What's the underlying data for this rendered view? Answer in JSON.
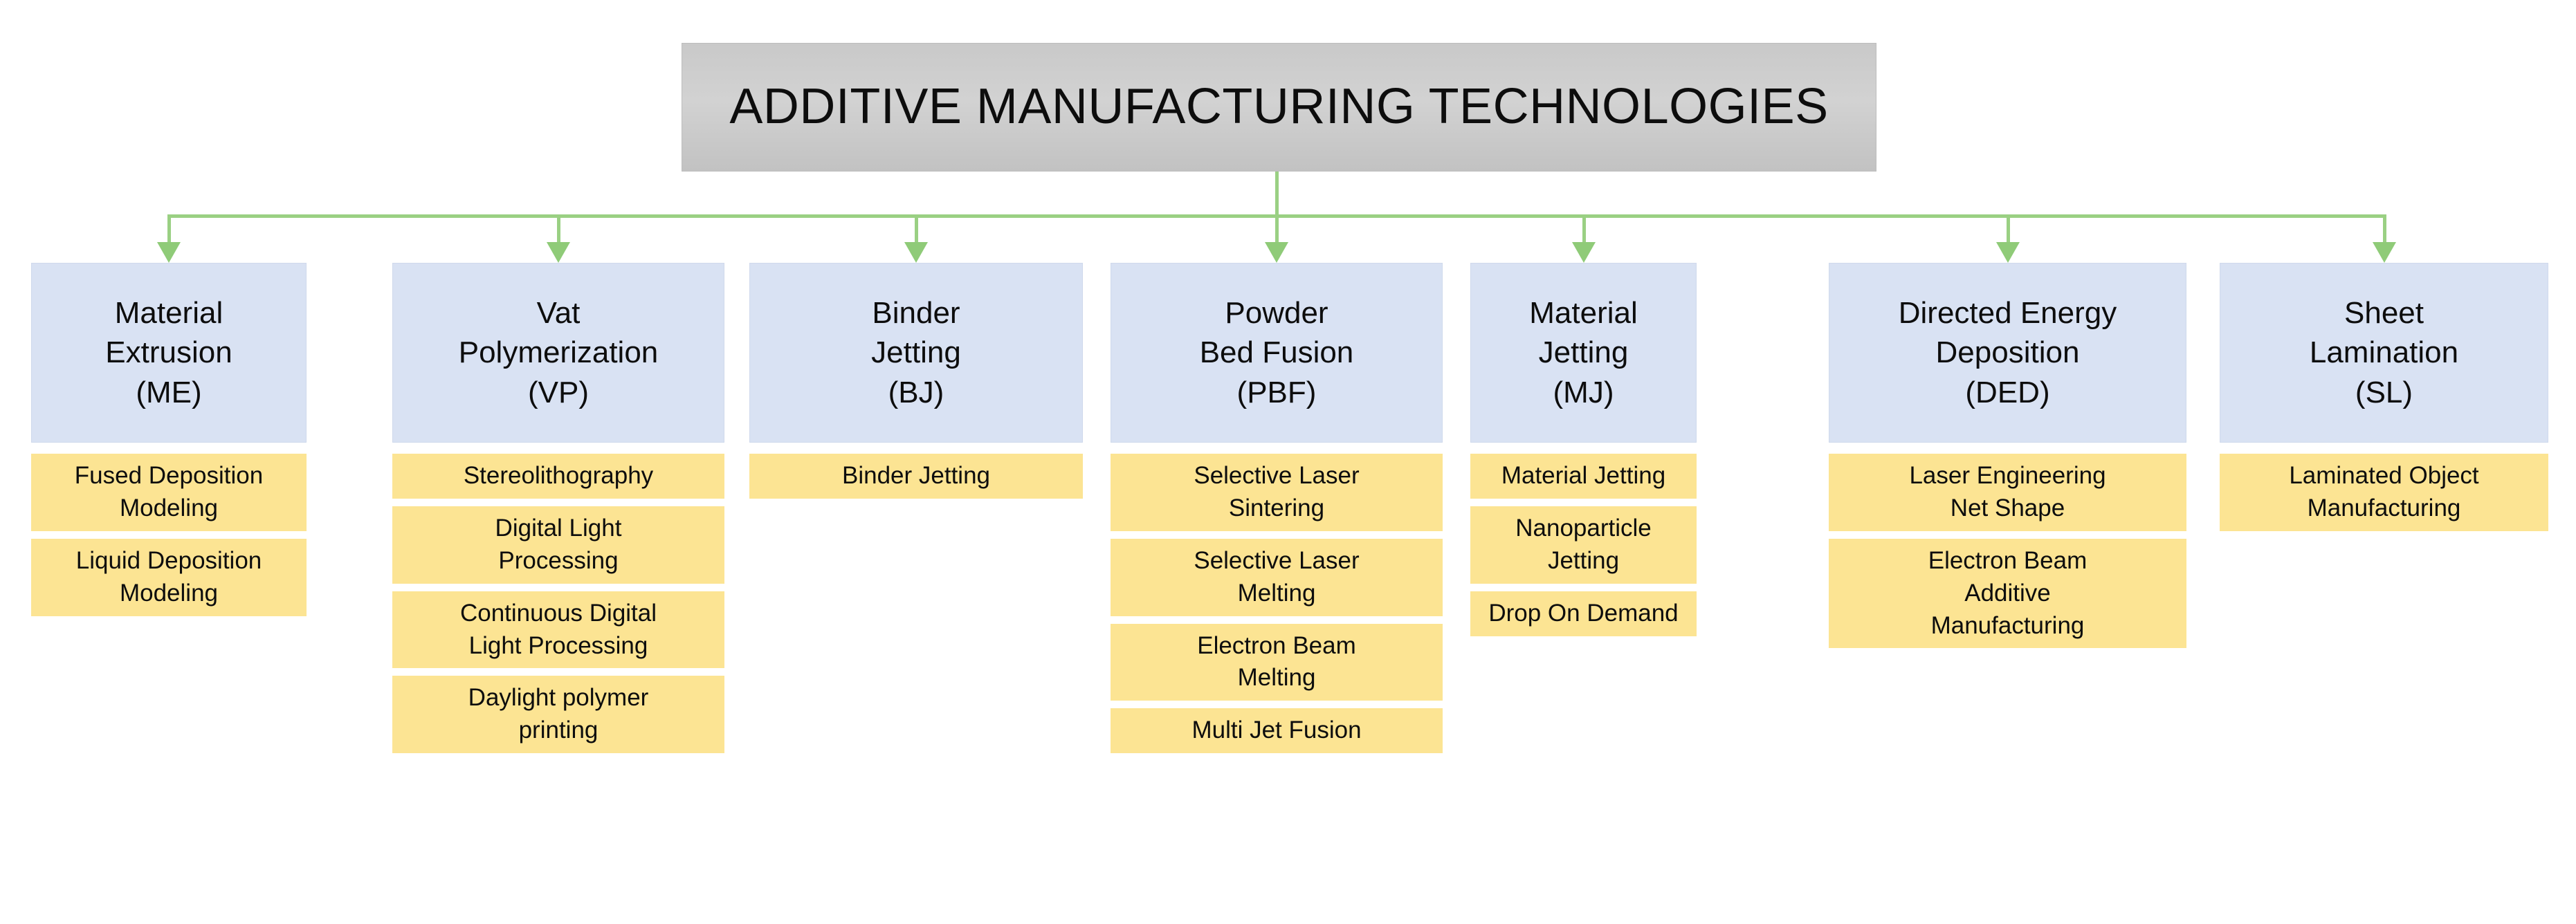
{
  "diagram": {
    "title": "ADDITIVE MANUFACTURING TECHNOLOGIES",
    "colors": {
      "title_box": "#c9c9c9",
      "category_box": "#d9e2f3",
      "technique_box": "#fce493",
      "connector": "#9ad083",
      "text": "#0d0d0d",
      "background": "#ffffff"
    },
    "categories": [
      {
        "name": "Material Extrusion",
        "abbreviation": "(ME)",
        "header_lines": [
          "Material",
          "Extrusion",
          "(ME)"
        ],
        "techniques": [
          {
            "lines": [
              "Fused Deposition",
              "Modeling"
            ],
            "text": "Fused Deposition Modeling"
          },
          {
            "lines": [
              "Liquid Deposition",
              "Modeling"
            ],
            "text": "Liquid Deposition Modeling"
          }
        ]
      },
      {
        "name": "Vat Polymerization",
        "abbreviation": "(VP)",
        "header_lines": [
          "Vat",
          "Polymerization",
          "(VP)"
        ],
        "techniques": [
          {
            "lines": [
              "Stereolithography"
            ],
            "text": "Stereolithography"
          },
          {
            "lines": [
              "Digital Light",
              "Processing"
            ],
            "text": "Digital Light Processing"
          },
          {
            "lines": [
              "Continuous Digital",
              "Light Processing"
            ],
            "text": "Continuous Digital Light Processing"
          },
          {
            "lines": [
              "Daylight polymer",
              "printing"
            ],
            "text": "Daylight polymer printing"
          }
        ]
      },
      {
        "name": "Binder Jetting",
        "abbreviation": "(BJ)",
        "header_lines": [
          "Binder",
          "Jetting",
          "(BJ)"
        ],
        "techniques": [
          {
            "lines": [
              "Binder Jetting"
            ],
            "text": "Binder Jetting"
          }
        ]
      },
      {
        "name": "Powder Bed Fusion",
        "abbreviation": "(PBF)",
        "header_lines": [
          "Powder",
          "Bed Fusion",
          "(PBF)"
        ],
        "techniques": [
          {
            "lines": [
              "Selective Laser",
              "Sintering"
            ],
            "text": "Selective Laser Sintering"
          },
          {
            "lines": [
              "Selective Laser",
              "Melting"
            ],
            "text": "Selective Laser Melting"
          },
          {
            "lines": [
              "Electron Beam",
              "Melting"
            ],
            "text": "Electron Beam Melting"
          },
          {
            "lines": [
              "Multi Jet Fusion"
            ],
            "text": "Multi Jet Fusion"
          }
        ]
      },
      {
        "name": "Material Jetting",
        "abbreviation": "(MJ)",
        "header_lines": [
          "Material",
          "Jetting",
          "(MJ)"
        ],
        "techniques": [
          {
            "lines": [
              "Material Jetting"
            ],
            "text": "Material Jetting"
          },
          {
            "lines": [
              "Nanoparticle",
              "Jetting"
            ],
            "text": "Nanoparticle Jetting"
          },
          {
            "lines": [
              "Drop On Demand"
            ],
            "text": "Drop On Demand"
          }
        ]
      },
      {
        "name": "Directed Energy Deposition",
        "abbreviation": "(DED)",
        "header_lines": [
          "Directed Energy",
          "Deposition",
          "(DED)"
        ],
        "techniques": [
          {
            "lines": [
              "Laser Engineering",
              "Net Shape"
            ],
            "text": "Laser Engineering Net Shape"
          },
          {
            "lines": [
              "Electron Beam",
              "Additive",
              "Manufacturing"
            ],
            "text": "Electron Beam Additive Manufacturing"
          }
        ]
      },
      {
        "name": "Sheet Lamination",
        "abbreviation": "(SL)",
        "header_lines": [
          "Sheet",
          "Lamination",
          "(SL)"
        ],
        "techniques": [
          {
            "lines": [
              "Laminated Object",
              "Manufacturing"
            ],
            "text": "Laminated Object Manufacturing"
          }
        ]
      }
    ]
  }
}
